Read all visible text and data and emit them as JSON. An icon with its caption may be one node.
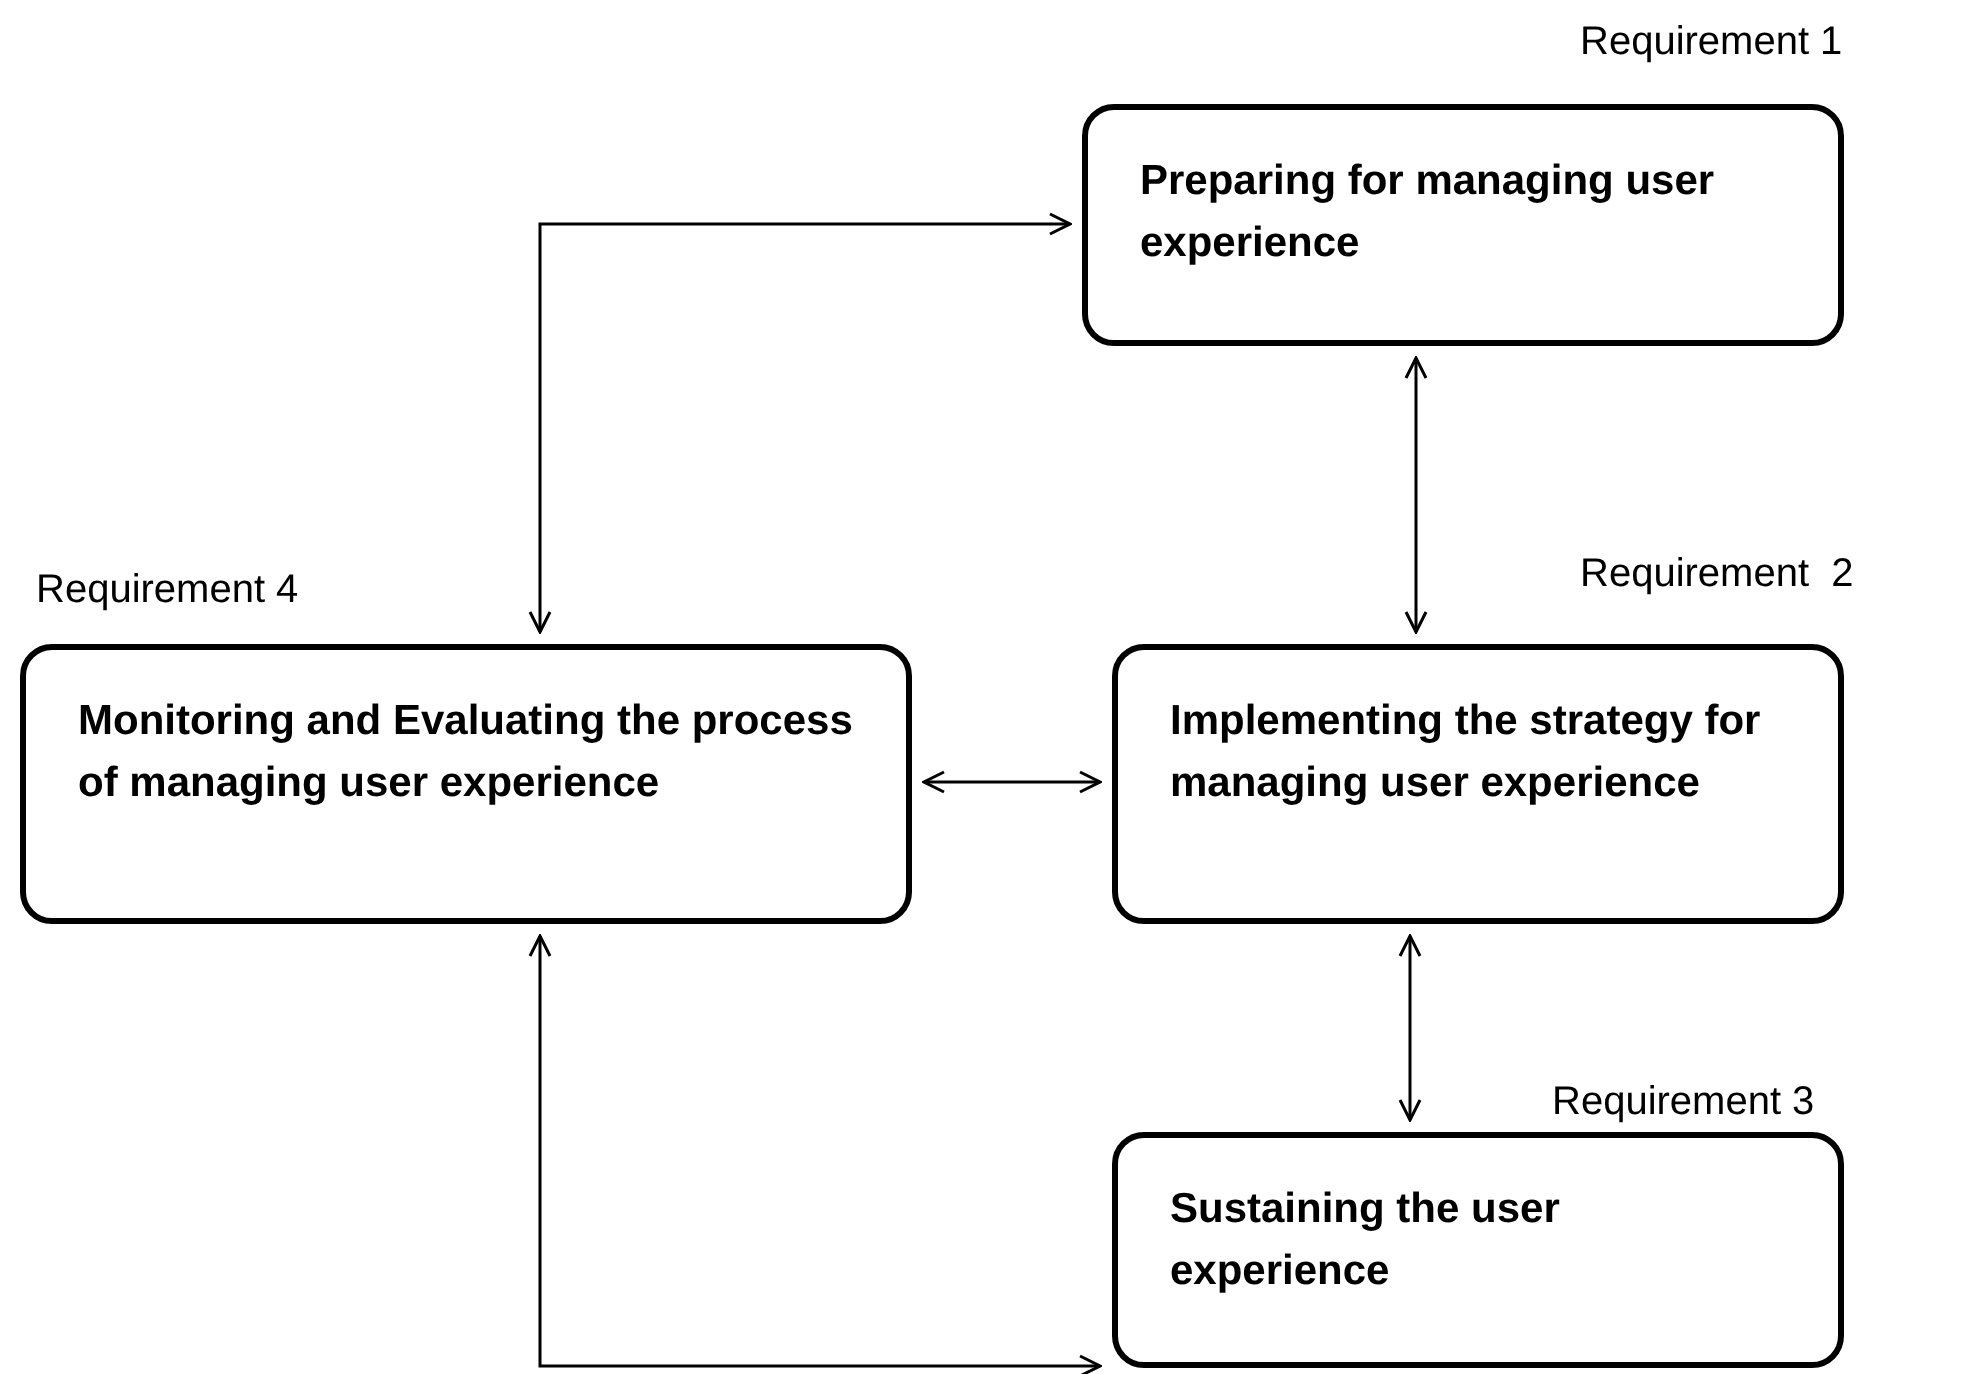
{
  "diagram": {
    "nodes": [
      {
        "text": [
          "Preparing for managing user experience"
        ],
        "beside": [
          "Requirement 1"
        ]
      },
      {
        "text": [
          "Monitoring and Evaluating the process of managing user experience"
        ],
        "beside": [
          "Requirement 4"
        ]
      },
      {
        "text": [
          "Implementing the strategy for managing user experience"
        ],
        "beside": [
          "Requirement  2"
        ]
      },
      {
        "text": [
          "Sustaining the user experience"
        ],
        "beside": [
          "Requirement 3"
        ]
      }
    ],
    "edges": [
      {
        "from": 1,
        "to": 0,
        "arrow": "both"
      },
      {
        "from": 0,
        "to": 2,
        "arrow": "both"
      },
      {
        "from": 1,
        "to": 2,
        "arrow": "both"
      },
      {
        "from": 2,
        "to": 3,
        "arrow": "both"
      },
      {
        "from": 1,
        "to": 3,
        "arrow": "both"
      }
    ]
  }
}
